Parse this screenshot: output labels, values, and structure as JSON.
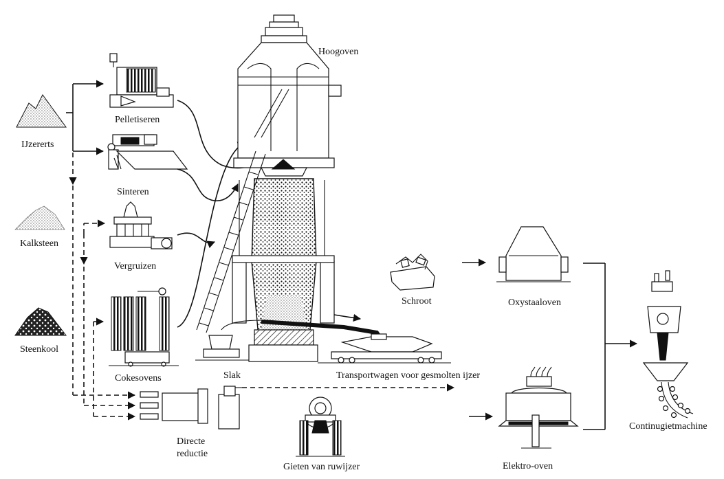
{
  "labels": {
    "hoogoven": "Hoogoven",
    "ijzererts": "IJzererts",
    "kalksteen": "Kalksteen",
    "steenkool": "Steenkool",
    "pelletiseren": "Pelletiseren",
    "sinteren": "Sinteren",
    "vergruizen": "Vergruizen",
    "cokesovens": "Cokesovens",
    "slak": "Slak",
    "transportwagen": "Transportwagen voor gesmolten ijzer",
    "directe_line1": "Directe",
    "directe_line2": "reductie",
    "gieten": "Gieten van ruwijzer",
    "schroot": "Schroot",
    "oxystaaloven": "Oxystaaloven",
    "elektro_oven": "Elektro-oven",
    "continugietmachine": "Continugietmachine"
  }
}
